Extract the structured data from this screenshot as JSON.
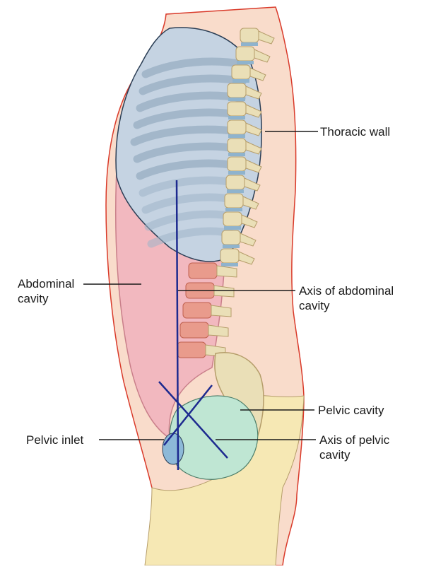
{
  "labels": {
    "thoracic_wall": "Thoracic wall",
    "abdominal_cavity": "Abdominal\ncavity",
    "axis_abdominal": "Axis of abdominal\ncavity",
    "pelvic_cavity": "Pelvic cavity",
    "pelvic_inlet": "Pelvic inlet",
    "axis_pelvic": "Axis of pelvic\ncavity"
  },
  "colors": {
    "skin": "#f9dccb",
    "skin_outline": "#d93a2a",
    "thorax": "#c5d3e2",
    "rib": "#9fb4c8",
    "rib_light": "#e3eaf1",
    "abdomen": "#f2b8bf",
    "pelvis_green": "#bfe6d3",
    "bone": "#eadfb7",
    "bone_shadow": "#b59d6a",
    "vertebra_disc": "#8fb3cd",
    "lumbar": "#e99b8c",
    "axis_line": "#1d2a8f",
    "thigh": "#f6e8b4"
  }
}
